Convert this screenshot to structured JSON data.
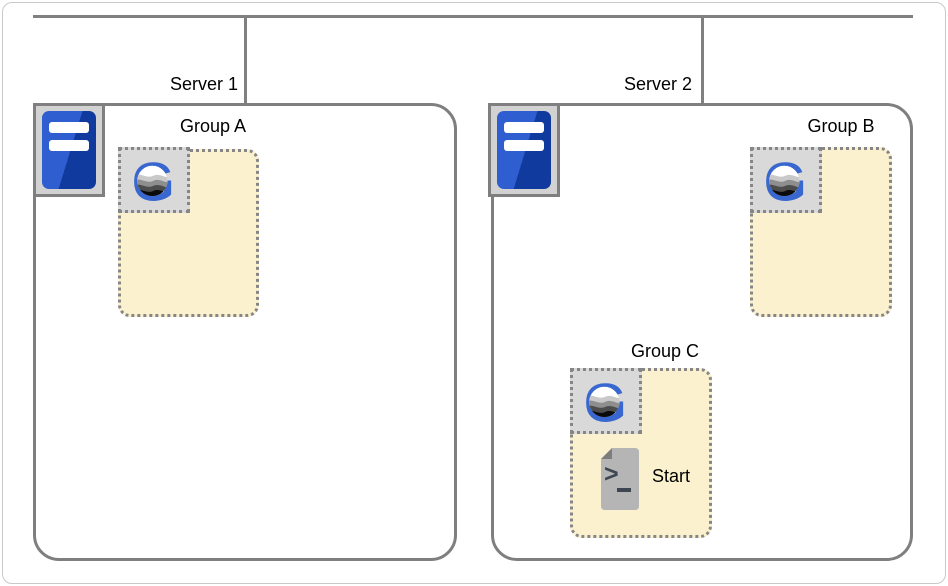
{
  "page": {
    "background": "#ffffff",
    "frame_border": "#c9c9c9"
  },
  "colors": {
    "connector": "#808080",
    "server_box_border": "#7f7f7f",
    "group_fill": "#FBF1CE",
    "group_border": "#868686",
    "icon_tile_fill": "#d9d9d9",
    "server_icon_blue_light": "#2e5ecf",
    "server_icon_blue_dark": "#113a9e",
    "logo_blue": "#3867cf",
    "script_icon_gray": "#b5b5b5",
    "script_glyph": "#3d4651"
  },
  "topology": {
    "servers": [
      {
        "label": "Server 1",
        "icon": "server-icon",
        "groups": [
          {
            "label": "Group A",
            "icon": "grid-container-icon",
            "items": []
          }
        ]
      },
      {
        "label": "Server 2",
        "icon": "server-icon",
        "groups": [
          {
            "label": "Group B",
            "icon": "grid-container-icon",
            "items": []
          },
          {
            "label": "Group C",
            "icon": "grid-container-icon",
            "items": [
              {
                "label": "Start",
                "icon": "script-icon"
              }
            ]
          }
        ]
      }
    ]
  }
}
